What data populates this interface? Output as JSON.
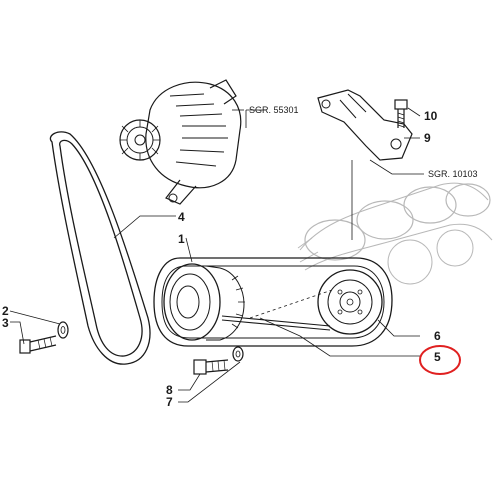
{
  "diagram": {
    "callouts": [
      {
        "id": "1",
        "label": "1"
      },
      {
        "id": "2",
        "label": "2"
      },
      {
        "id": "3",
        "label": "3"
      },
      {
        "id": "4",
        "label": "4"
      },
      {
        "id": "5",
        "label": "5"
      },
      {
        "id": "6",
        "label": "6"
      },
      {
        "id": "7",
        "label": "7"
      },
      {
        "id": "8",
        "label": "8"
      },
      {
        "id": "9",
        "label": "9"
      },
      {
        "id": "10",
        "label": "10"
      }
    ],
    "references": {
      "alternator": "SGR. 55301",
      "crankshaft": "SGR. 10103"
    },
    "highlight": {
      "target": "5",
      "color": "#e02020"
    },
    "ink_color": "#1a1a1a"
  }
}
